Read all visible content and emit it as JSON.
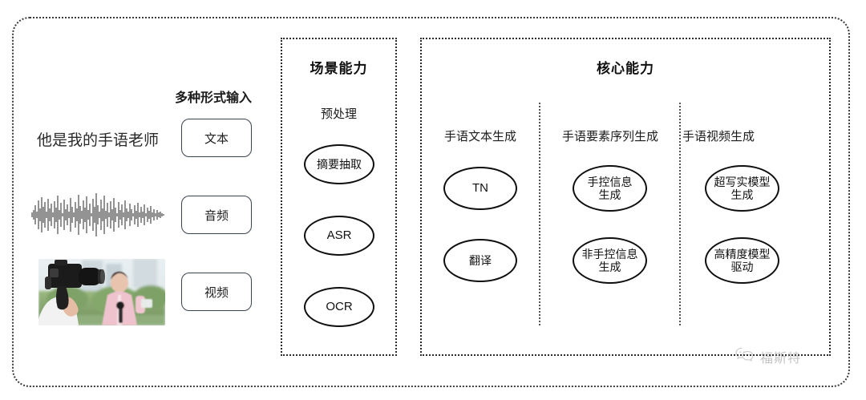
{
  "diagram": {
    "input_section": {
      "label": "多种形式输入",
      "sample_text": "他是我的手语老师",
      "chips": [
        {
          "label": "文本"
        },
        {
          "label": "音频"
        },
        {
          "label": "视频"
        }
      ],
      "media": {
        "waveform_name": "audio-waveform",
        "thumbnail_name": "video-thumbnail-reporter-and-cameraman"
      }
    },
    "scene_panel": {
      "title": "场景能力",
      "group_label": "预处理",
      "nodes": [
        {
          "label": "摘要抽取"
        },
        {
          "label": "ASR"
        },
        {
          "label": "OCR"
        }
      ]
    },
    "core_panel": {
      "title": "核心能力",
      "columns": [
        {
          "heading": "手语文本生成",
          "nodes": [
            {
              "label": "TN"
            },
            {
              "label": "翻译"
            }
          ]
        },
        {
          "heading": "手语要素序列生成",
          "nodes": [
            {
              "label_line1": "手控信息",
              "label_line2": "生成"
            },
            {
              "label_line1": "非手控信息",
              "label_line2": "生成"
            }
          ]
        },
        {
          "heading": "手语视频生成",
          "nodes": [
            {
              "label_line1": "超写实模型",
              "label_line2": "生成"
            },
            {
              "label_line1": "高精度模型",
              "label_line2": "驱动"
            }
          ]
        }
      ]
    },
    "watermark": {
      "text": "福斯特",
      "icon": "wechat-icon"
    },
    "colors": {
      "frame": "#3a3a3a",
      "node_border": "#0e0e0e",
      "text": "#1c1c1c",
      "watermark": "#8a8a8a"
    }
  }
}
